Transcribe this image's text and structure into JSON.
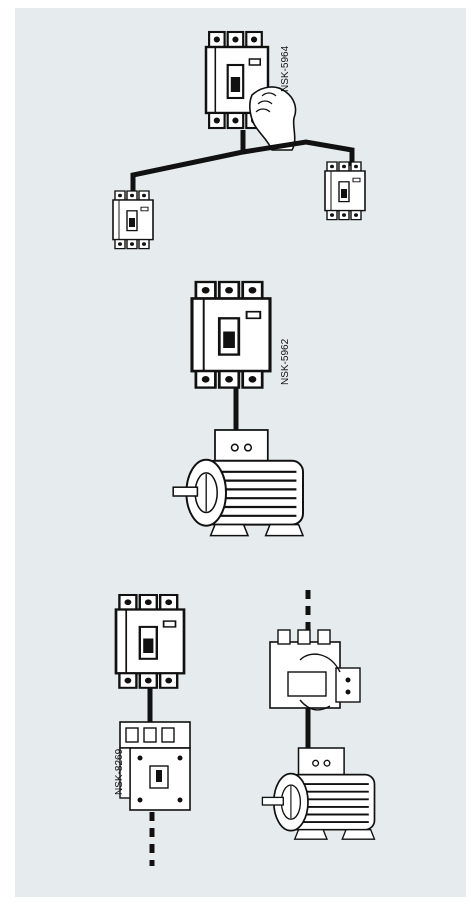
{
  "labels": {
    "breaker_top": "NSK-5964",
    "breaker_motor": "NSK-5962",
    "contactor": "NSK-8269"
  },
  "colors": {
    "background_panel": "#e6ecee",
    "line": "#111111",
    "fill": "#ffffff"
  },
  "icons": [
    "hand-icon",
    "circuit-breaker-icon",
    "motor-icon",
    "contactor-icon",
    "overload-relay-icon"
  ]
}
